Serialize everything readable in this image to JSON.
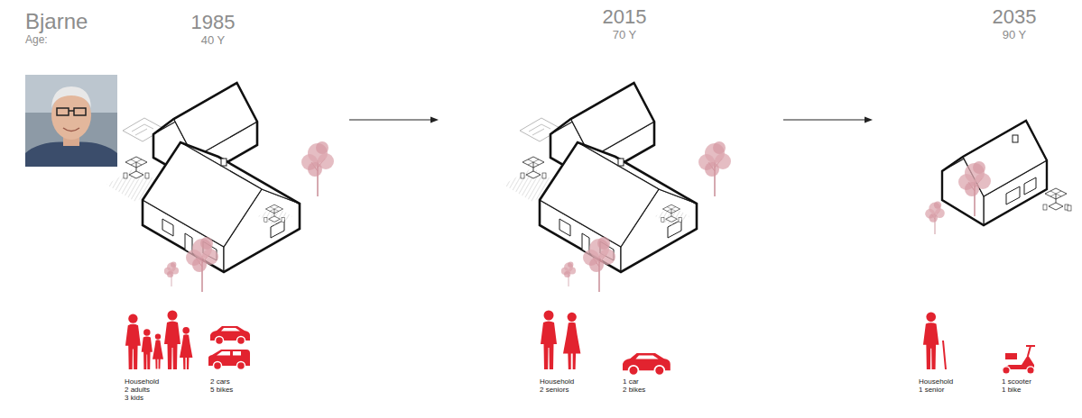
{
  "diagram": {
    "labels": [
      "Bjarne",
      "Age:",
      "1985",
      "40 Y",
      "2015",
      "70 Y",
      "2035",
      "90 Y",
      "Household 2 adults 3 kids",
      "2 cars 5 bikes",
      "Household 2 seniors",
      "1 car 2 bikes",
      "Household 1 senior",
      "1 scooter 1 bike"
    ]
  }
}
